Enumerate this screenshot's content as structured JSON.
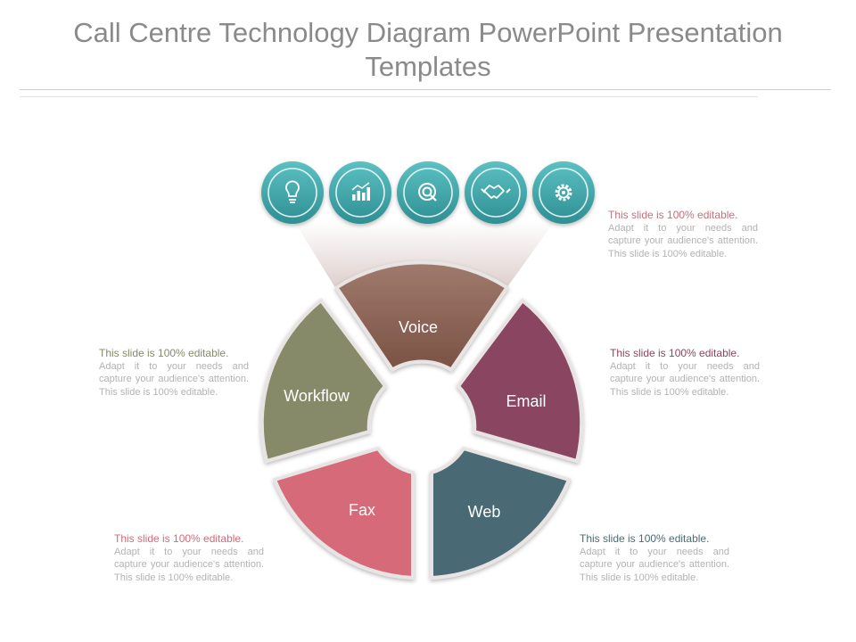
{
  "title": "Call Centre Technology Diagram PowerPoint Presentation Templates",
  "icons": [
    {
      "name": "lightbulb-icon"
    },
    {
      "name": "bar-chart-icon"
    },
    {
      "name": "target-icon"
    },
    {
      "name": "handshake-icon"
    },
    {
      "name": "gear-icon"
    }
  ],
  "segments": {
    "voice": "Voice",
    "email": "Email",
    "web": "Web",
    "fax": "Fax",
    "workflow": "Workflow"
  },
  "notes": {
    "top_right": {
      "heading": "This slide is 100% editable.",
      "body": "Adapt it to your needs and capture your audience's attention. This slide is 100% editable."
    },
    "mid_right": {
      "heading": "This slide is 100% editable.",
      "body": "Adapt it to your needs and capture your audience's attention. This slide is 100% editable."
    },
    "bottom_right": {
      "heading": "This slide is 100% editable.",
      "body": "Adapt it to your needs and capture your audience's attention. This slide is 100% editable."
    },
    "mid_left": {
      "heading": "This slide is 100% editable.",
      "body": "Adapt it to your needs and capture your audience's attention. This slide is 100% editable."
    },
    "bottom_left": {
      "heading": "This slide is 100% editable.",
      "body": "Adapt it to your needs and capture your audience's attention. This slide is 100% editable."
    }
  },
  "colors": {
    "voice": "#8c6458",
    "email": "#8a4560",
    "web": "#4a6b75",
    "fax": "#d66a78",
    "workflow": "#868a68",
    "icon": "#3fa3a6"
  }
}
